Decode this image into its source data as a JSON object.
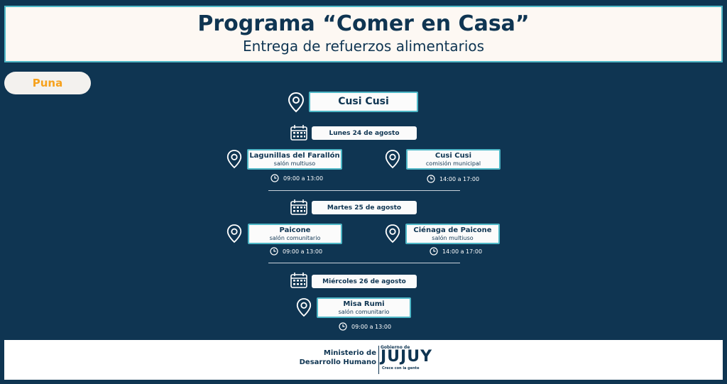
{
  "header": {
    "title": "Programa “Comer en Casa”",
    "subtitle": "Entrega de refuerzos alimentarios"
  },
  "region": "Puna",
  "main_location": "Cusi Cusi",
  "days": [
    {
      "date": "Lunes 24 de agosto",
      "stops": [
        {
          "name": "Lagunillas del Farallón",
          "place": "salón multiuso",
          "time": "09:00 a 13:00"
        },
        {
          "name": "Cusi Cusi",
          "place": "comisión municipal",
          "time": "14:00 a 17:00"
        }
      ]
    },
    {
      "date": "Martes 25 de agosto",
      "stops": [
        {
          "name": "Paicone",
          "place": "salón comunitario",
          "time": "09:00 a 13:00"
        },
        {
          "name": "Ciénaga de Paicone",
          "place": "salón multiuso",
          "time": "14:00 a 17:00"
        }
      ]
    },
    {
      "date": "Miércoles 26 de agosto",
      "stops": [
        {
          "name": "Misa Rumi",
          "place": "salón comunitario",
          "time": "09:00 a 13:00"
        }
      ]
    }
  ],
  "footer": {
    "ministry_line1": "Ministerio de",
    "ministry_line2": "Desarrollo Humano",
    "gobierno": "Gobierno de",
    "brand": "JUJUY",
    "tagline": "Crece con la gente"
  },
  "colors": {
    "background": "#0f3552",
    "accent": "#4fb8c7",
    "region": "#f6a11c"
  }
}
